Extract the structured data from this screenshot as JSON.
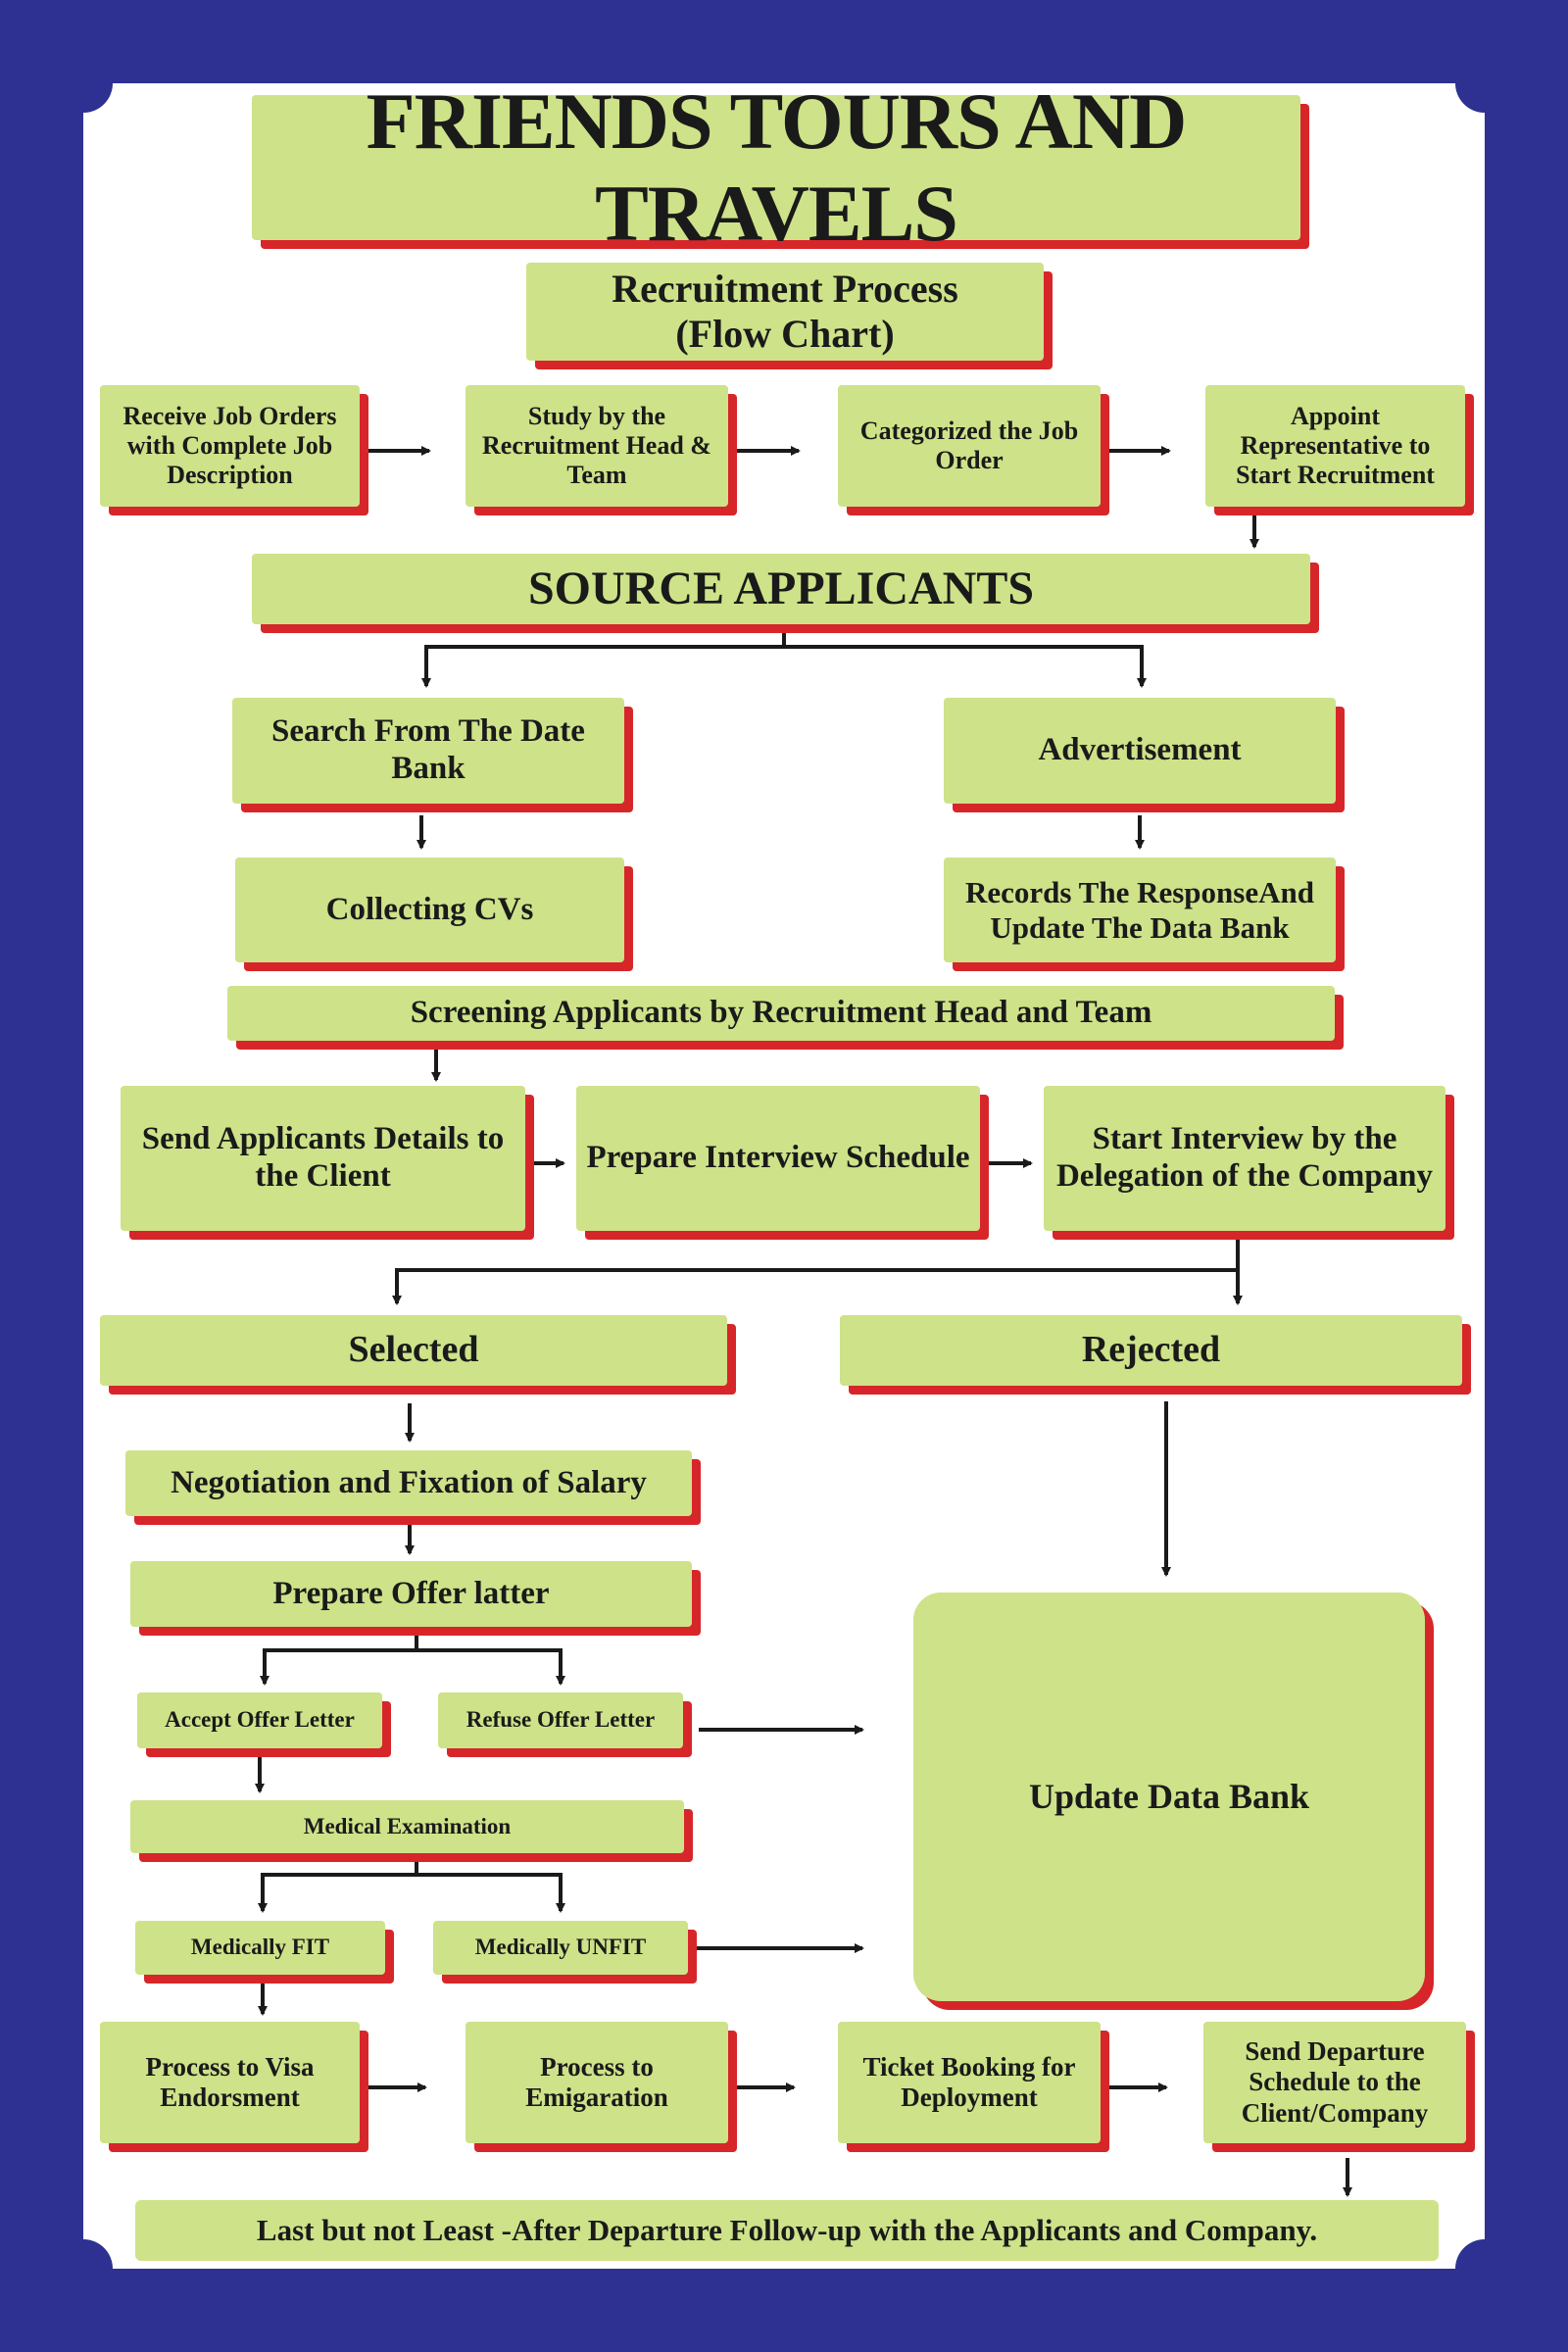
{
  "colors": {
    "background": "#2e3192",
    "panel": "#ffffff",
    "box_fill": "#cee289",
    "box_shadow": "#d7262a",
    "arrow": "#1a1a1a"
  },
  "header": {
    "title": "FRIENDS TOURS AND TRAVELS",
    "subtitle_line1": "Recruitment Process",
    "subtitle_line2": "(Flow Chart)"
  },
  "steps": {
    "receive_orders": "Receive Job Orders with Complete Job Description",
    "study": "Study by the Recruitment Head & Team",
    "categorized": "Categorized the Job Order",
    "appoint": "Appoint Representative to Start Recruitment",
    "source": "SOURCE APPLICANTS",
    "search": "Search From The Date Bank",
    "advertisement": "Advertisement",
    "collecting": "Collecting CVs",
    "records": "Records The ResponseAnd Update The Data Bank",
    "screening": "Screening Applicants by Recruitment Head and Team",
    "send_details": "Send Applicants Details to the Client",
    "prepare_interview": "Prepare Interview Schedule",
    "start_interview": "Start Interview by the Delegation of the Company",
    "selected": "Selected",
    "rejected": "Rejected",
    "negotiation": "Negotiation and Fixation of Salary",
    "offer": "Prepare Offer latter",
    "accept": "Accept Offer Letter",
    "refuse": "Refuse Offer Letter",
    "medical": "Medical Examination",
    "fit": "Medically FIT",
    "unfit": "Medically UNFIT",
    "update_bank": "Update Data Bank",
    "visa": "Process to Visa Endorsment",
    "emigration": "Process to Emigaration",
    "ticket": "Ticket Booking for Deployment",
    "departure": "Send Departure Schedule to the Client/Company",
    "followup": "Last but not Least -After Departure Follow-up with the Applicants and Company."
  }
}
